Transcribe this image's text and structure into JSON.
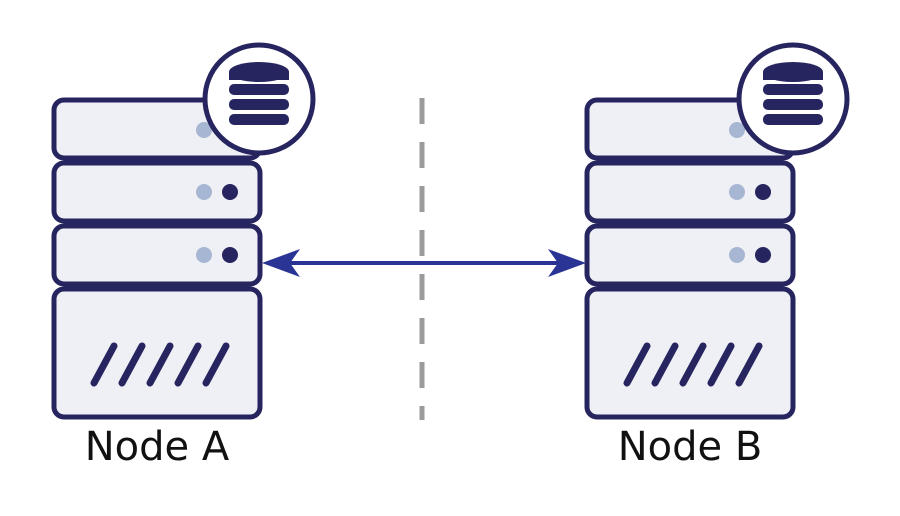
{
  "nodes": [
    {
      "label": "Node A"
    },
    {
      "label": "Node B"
    }
  ],
  "connection": {
    "type": "bidirectional-arrow"
  },
  "divider": {
    "style": "dashed"
  },
  "colors": {
    "outline": "#27255f",
    "panel_fill": "#eef0f5",
    "led_light": "#a7b6d2",
    "led_dark": "#27255f",
    "arrow": "#2a3494",
    "divider": "#9b9b9b",
    "text": "#111111"
  }
}
